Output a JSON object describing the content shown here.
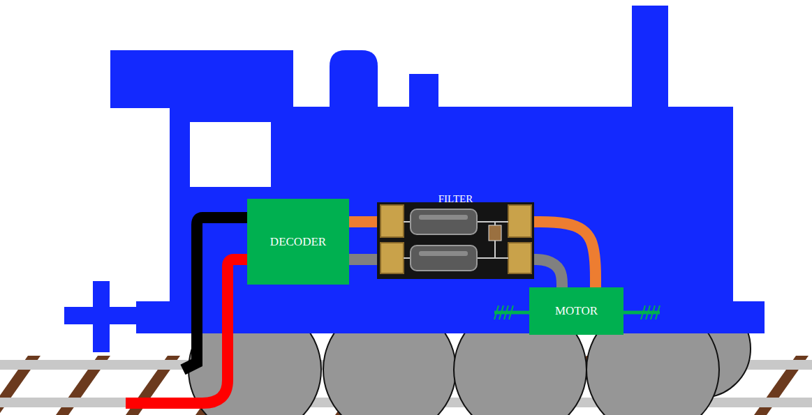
{
  "diagram": {
    "nodes": [
      {
        "text": [
          "DECODER"
        ]
      },
      {
        "text": [
          "FILTER"
        ]
      },
      {
        "text": [
          "MOTOR"
        ]
      }
    ],
    "edges": [
      {
        "from": 0,
        "to": 1,
        "arrow": "none"
      },
      {
        "from": 0,
        "to": 1,
        "arrow": "none"
      },
      {
        "from": 1,
        "to": 2,
        "arrow": "none"
      },
      {
        "from": 1,
        "to": 2,
        "arrow": "none"
      }
    ]
  }
}
